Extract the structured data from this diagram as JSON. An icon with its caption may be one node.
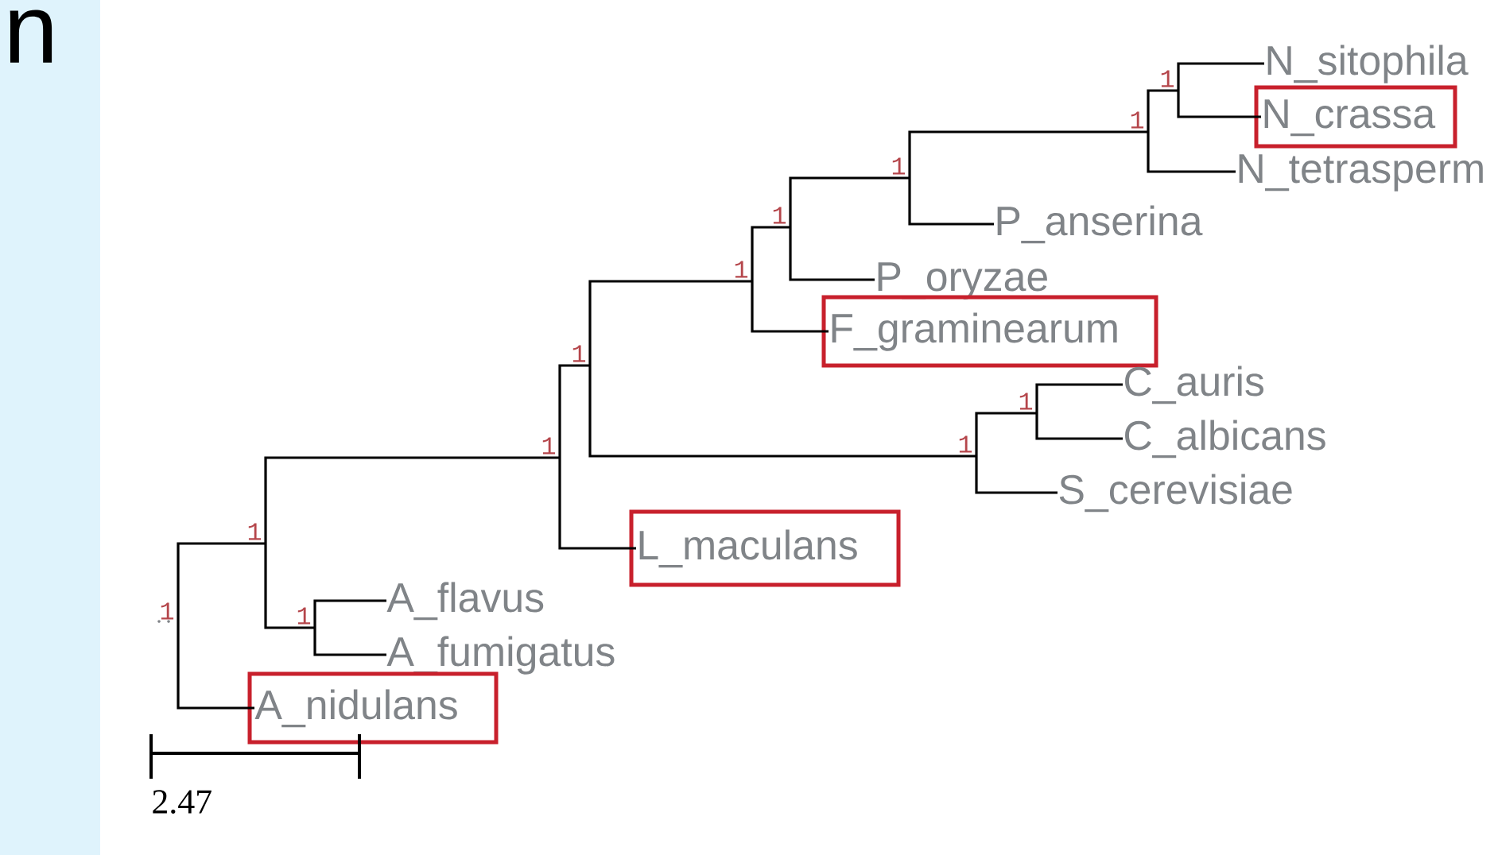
{
  "diagram": {
    "nodes": [
      {
        "text": [
          "N_sitophila"
        ]
      },
      {
        "text": [
          "1"
        ]
      },
      {
        "text": [],
        "shape": "box"
      },
      {
        "text": [
          "N_crassa"
        ],
        "in": 2
      },
      {
        "text": [
          "1"
        ]
      },
      {
        "text": [
          "1"
        ]
      },
      {
        "text": [
          "N_tetrasperm"
        ]
      },
      {
        "text": [
          "1"
        ]
      },
      {
        "text": [
          "P_anserina"
        ]
      },
      {
        "text": [
          "1"
        ]
      },
      {
        "text": [
          "P_oryzae"
        ]
      },
      {
        "text": [],
        "shape": "box"
      },
      {
        "text": [
          "F_graminearum"
        ],
        "in": 11
      },
      {
        "text": [
          "1"
        ]
      },
      {
        "text": [
          "C_auris"
        ]
      },
      {
        "text": [
          "1"
        ]
      },
      {
        "text": [
          "1"
        ]
      },
      {
        "text": [
          "1"
        ]
      },
      {
        "text": [
          "C_albicans"
        ]
      },
      {
        "text": [
          "S_cerevisiae"
        ]
      },
      {
        "text": [],
        "shape": "box"
      },
      {
        "text": [
          "L_maculans"
        ],
        "in": 20
      },
      {
        "text": [
          "1"
        ]
      },
      {
        "text": [
          "1"
        ]
      },
      {
        "text": [
          "A_flavus"
        ]
      },
      {
        "text": [
          "1"
        ]
      },
      {
        "text": [
          "A_fumigatus"
        ]
      },
      {
        "text": [],
        "shape": "box"
      },
      {
        "text": [
          "A_nidulans"
        ],
        "in": 27
      }
    ],
    "edges": [
      {
        "from": 23,
        "to": 22,
        "arrow": "none"
      },
      {
        "from": 23,
        "to": 28,
        "arrow": "none"
      },
      {
        "from": 22,
        "to": 25,
        "arrow": "none"
      },
      {
        "from": 22,
        "to": 17,
        "arrow": "none"
      },
      {
        "from": 25,
        "to": 24,
        "arrow": "none"
      },
      {
        "from": 25,
        "to": 26,
        "arrow": "none"
      },
      {
        "from": 17,
        "to": 13,
        "arrow": "none"
      },
      {
        "from": 17,
        "to": 21,
        "arrow": "none"
      },
      {
        "from": 13,
        "to": 9,
        "arrow": "none"
      },
      {
        "from": 13,
        "to": 16,
        "arrow": "none"
      },
      {
        "from": 9,
        "to": 7,
        "arrow": "none"
      },
      {
        "from": 9,
        "to": 12,
        "arrow": "none"
      },
      {
        "from": 7,
        "to": 5,
        "arrow": "none"
      },
      {
        "from": 7,
        "to": 10,
        "arrow": "none"
      },
      {
        "from": 5,
        "to": 4,
        "arrow": "none"
      },
      {
        "from": 5,
        "to": 8,
        "arrow": "none"
      },
      {
        "from": 4,
        "to": 1,
        "arrow": "none"
      },
      {
        "from": 4,
        "to": 6,
        "arrow": "none"
      },
      {
        "from": 1,
        "to": 0,
        "arrow": "none"
      },
      {
        "from": 1,
        "to": 3,
        "arrow": "none"
      },
      {
        "from": 16,
        "to": 15,
        "arrow": "none"
      },
      {
        "from": 16,
        "to": 19,
        "arrow": "none"
      },
      {
        "from": 15,
        "to": 14,
        "arrow": "none"
      },
      {
        "from": 15,
        "to": 18,
        "arrow": "none"
      }
    ],
    "labels": [
      "n",
      "2.47"
    ]
  }
}
